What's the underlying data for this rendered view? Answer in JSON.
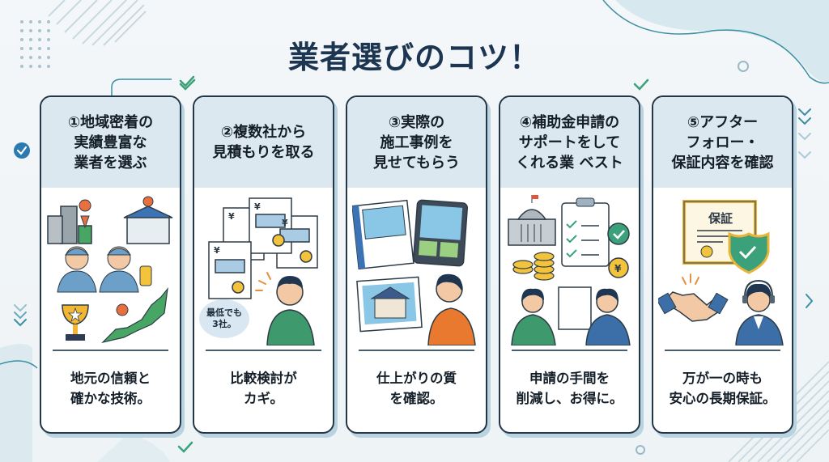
{
  "title": "業者選びのコツ！",
  "colors": {
    "title": "#1c3550",
    "card_header_bg": "#dbe8f0",
    "card_border": "#233647",
    "accent_teal": "#3a8fa3",
    "check_green": "#3aa17a",
    "shadow": "#b9d3e1"
  },
  "cards": [
    {
      "heading": "①地域密着の\n実績豊富な\n業者を選ぶ",
      "caption": "地元の信頼と\n確かな技術。",
      "illustration": "workers-buildings-trophy-japan-map"
    },
    {
      "heading": "②複数社から\n見積もりを取る",
      "caption": "比較検討が\nカギ。",
      "illustration": "estimates-documents-thinking-man",
      "bubble": "最低でも\n3社。",
      "doc_symbol": "¥"
    },
    {
      "heading": "③実際の\n施工事例を\n見せてもらう",
      "caption": "仕上がりの質\nを確認。",
      "illustration": "house-photos-tablet-person"
    },
    {
      "heading": "④補助金申請の\nサポートをして\nくれる業 ベスト",
      "caption": "申請の手間を\n削減し、お得に。",
      "illustration": "government-checklist-coins-consultation",
      "coin_symbol": "¥"
    },
    {
      "heading": "⑤アフター\nフォロー・\n保証内容を確認",
      "caption": "万が一の時も\n安心の長期保証。",
      "illustration": "certificate-shield-handshake-operator",
      "certificate_label": "保証"
    }
  ]
}
